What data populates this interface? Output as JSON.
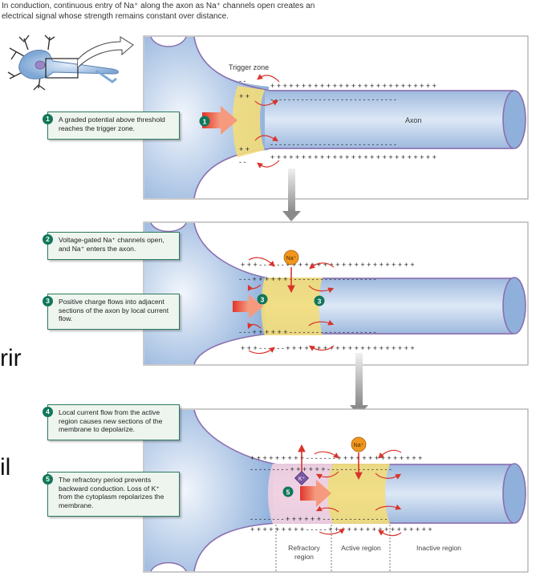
{
  "caption": "In conduction, continuous entry of Na⁺ along the axon as Na⁺ channels open creates an electrical signal whose strength remains constant over distance.",
  "slide_fragments": [
    "rir",
    "il"
  ],
  "steps": [
    {
      "num": "1",
      "text": "A graded potential above threshold reaches the trigger zone."
    },
    {
      "num": "2",
      "text": "Voltage-gated Na⁺ channels open, and Na⁺ enters the axon."
    },
    {
      "num": "3",
      "text": "Positive charge flows into adjacent sections of the axon by local current flow."
    },
    {
      "num": "4",
      "text": "Local current flow from the active region causes new sections of the membrane to depolarize."
    },
    {
      "num": "5",
      "text": "The refractory period prevents backward conduction. Loss of K⁺ from the cytoplasm repolarizes the membrane."
    }
  ],
  "labels": {
    "trigger_zone": "Trigger zone",
    "axon": "Axon",
    "na_ion": "Na⁺",
    "k_ion": "K⁺",
    "refractory_region_line1": "Refractory",
    "refractory_region_line2": "region",
    "active_region": "Active region",
    "inactive_region": "Inactive region"
  },
  "colors": {
    "step_badge": "#12775a",
    "callout_border": "#2b7a5c",
    "membrane": "#8a6fb0",
    "axon_fill": "#b8cce6",
    "depolarized": "#f3dd7a",
    "refractory": "#f2cfe0",
    "current_arrow": "#d9342b",
    "na_ion": "#f0961e",
    "k_ion": "#7b57a3"
  }
}
